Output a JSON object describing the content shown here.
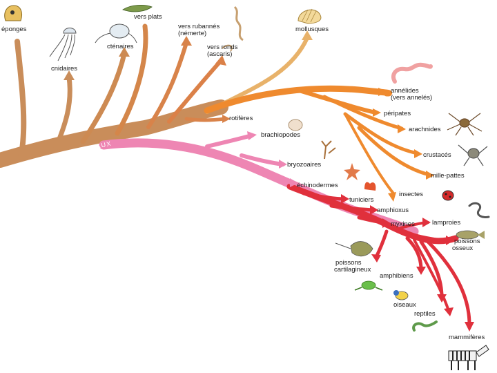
{
  "root_label": "ANIMAUX",
  "colors": {
    "brown": "#c88a55",
    "orange": "#ef8a2e",
    "pink": "#ee7fae",
    "red": "#e0303c"
  },
  "groups": {
    "eponges": "éponges",
    "cnidaires": "cnidaires",
    "ctenaires": "cténaires",
    "vers_plats": "vers plats",
    "vers_rubannes": [
      "vers rubannés",
      "(némerte)"
    ],
    "vers_ronds": [
      "vers ronds",
      "(ascaris)"
    ],
    "mollusques": "mollusques",
    "annelides": [
      "annélides",
      "(vers annelés)"
    ],
    "peripates": "péripates",
    "arachnides": "arachnides",
    "crustaces": "crustacés",
    "mille_pattes": "mille-pattes",
    "insectes": "insectes",
    "rotiferes": "rotifères",
    "brachiopodes": "brachiopodes",
    "bryozoaires": "bryozoaires",
    "echinodermes": "échinodermes",
    "tuniciers": "tuniciers",
    "amphioxus": "amphioxus",
    "myxines": "myxines",
    "lamproies": "lamproies",
    "poissons_osseux": [
      "poissons",
      "osseux"
    ],
    "poissons_cartilagineux": [
      "poissons",
      "cartilagineux"
    ],
    "amphibiens": "amphibiens",
    "oiseaux": "oiseaux",
    "reptiles": "reptiles",
    "mammiferes": "mammifères"
  },
  "icons": [
    "sponge-icon",
    "jellyfish-icon",
    "comb-jelly-icon",
    "flatworm-icon",
    "ribbon-worm-icon",
    "roundworm-icon",
    "shell-icon",
    "earthworm-icon",
    "spider-icon",
    "crab-icon",
    "ladybug-icon",
    "brachiopod-icon",
    "bryozoan-icon",
    "starfish-icon",
    "tunicate-icon",
    "lamprey-icon",
    "fish-icon",
    "ray-icon",
    "frog-icon",
    "bird-icon",
    "snake-icon",
    "zebra-icon"
  ]
}
